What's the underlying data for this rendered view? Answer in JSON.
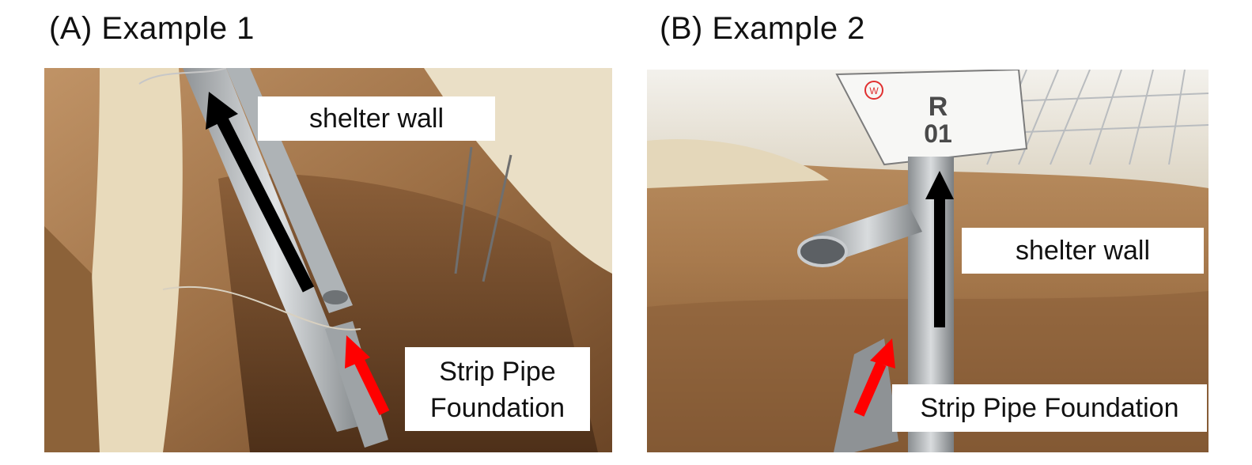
{
  "panels": {
    "a": {
      "title": "(A) Example 1",
      "labels": {
        "shelter_wall": "shelter wall",
        "foundation_line1": "Strip Pipe",
        "foundation_line2": "Foundation"
      }
    },
    "b": {
      "title": "(B) Example 2",
      "sign_text_line1": "R",
      "sign_text_line2": "01",
      "sign_badge": "W",
      "labels": {
        "shelter_wall": "shelter wall",
        "foundation": "Strip Pipe Foundation"
      }
    }
  },
  "colors": {
    "soil": "#a77a4e",
    "soil_dark": "#7a5230",
    "arrow_wall": "#000000",
    "arrow_foundation": "#ff0000",
    "pipe": "#b9bdc0",
    "tarp": "#e9dcc0"
  }
}
